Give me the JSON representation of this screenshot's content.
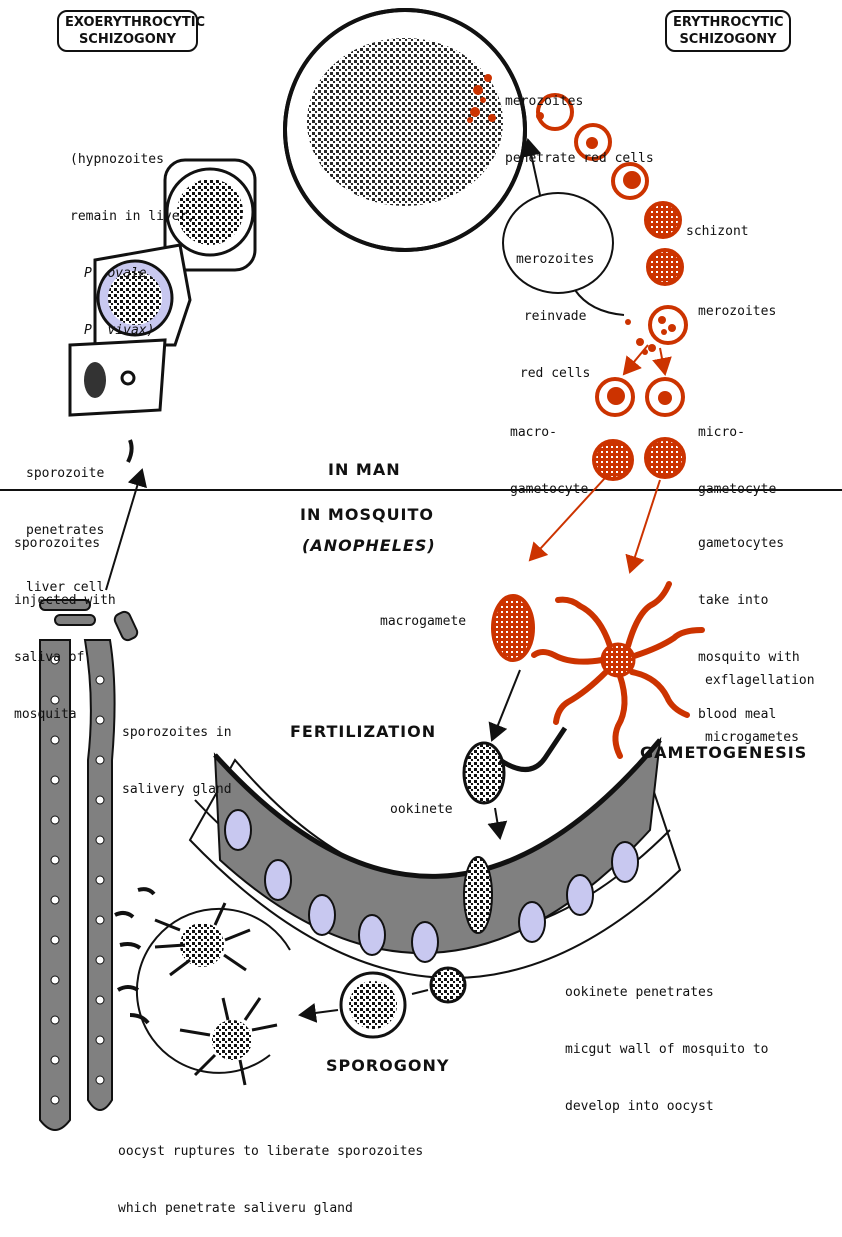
{
  "headings": {
    "exo_line1": "EXOERYTHROCYTIC",
    "exo_line2": "SCHIZOGONY",
    "ery_line1": "ERYTHROCYTIC",
    "ery_line2": "SCHIZOGONY",
    "in_man": "IN MAN",
    "in_mosquito": "IN MOSQUITO",
    "anopheles": "(ANOPHELES)",
    "fertilization": "FERTILIZATION",
    "gametogenesis": "GAMETOGENESIS",
    "sporogony": "SPOROGONY"
  },
  "labels": {
    "merozoites_penetrate_1": "merozoites",
    "merozoites_penetrate_2": "penetrate red cells",
    "hypno_1": "(hypnozoites",
    "hypno_2": "remain in liver,",
    "hypno_3": "P. ovale",
    "hypno_4": "P. vivax)",
    "reinvade_1": "merozoites",
    "reinvade_2": "reinvade",
    "reinvade_3": "red cells",
    "schizont": "schizont",
    "merozoites": "merozoites",
    "macro_1": "macro-",
    "macro_2": "gametocyte",
    "micro_1": "micro-",
    "micro_2": "gametocyte",
    "spz_pen_1": "sporozoite",
    "spz_pen_2": "penetrates",
    "spz_pen_3": "liver cell",
    "spz_inj_1": "sporozoites",
    "spz_inj_2": "injected with",
    "spz_inj_3": "saliva of",
    "spz_inj_4": "mosquita",
    "gam_take_1": "gametocytes",
    "gam_take_2": "take into",
    "gam_take_3": "mosquito with",
    "gam_take_4": "blood meal",
    "macrogamete": "macrogamete",
    "exfl_1": "exflagellation",
    "exfl_2": "microgametes",
    "spz_sal_1": "sporozoites in",
    "spz_sal_2": "salivery gland",
    "ookinete": "ookinete",
    "ook_pen_1": "ookinete penetrates",
    "ook_pen_2": "micgut wall of mosquito to",
    "ook_pen_3": "develop into oocyst",
    "oocyst_1": "oocyst ruptures to liberate sporozoites",
    "oocyst_2": "which penetrate saliveru gland"
  },
  "colors": {
    "ink": "#111111",
    "red": "#cc3300",
    "gut_gray": "#808080",
    "nucleus_lavender": "#c8c8f0"
  }
}
